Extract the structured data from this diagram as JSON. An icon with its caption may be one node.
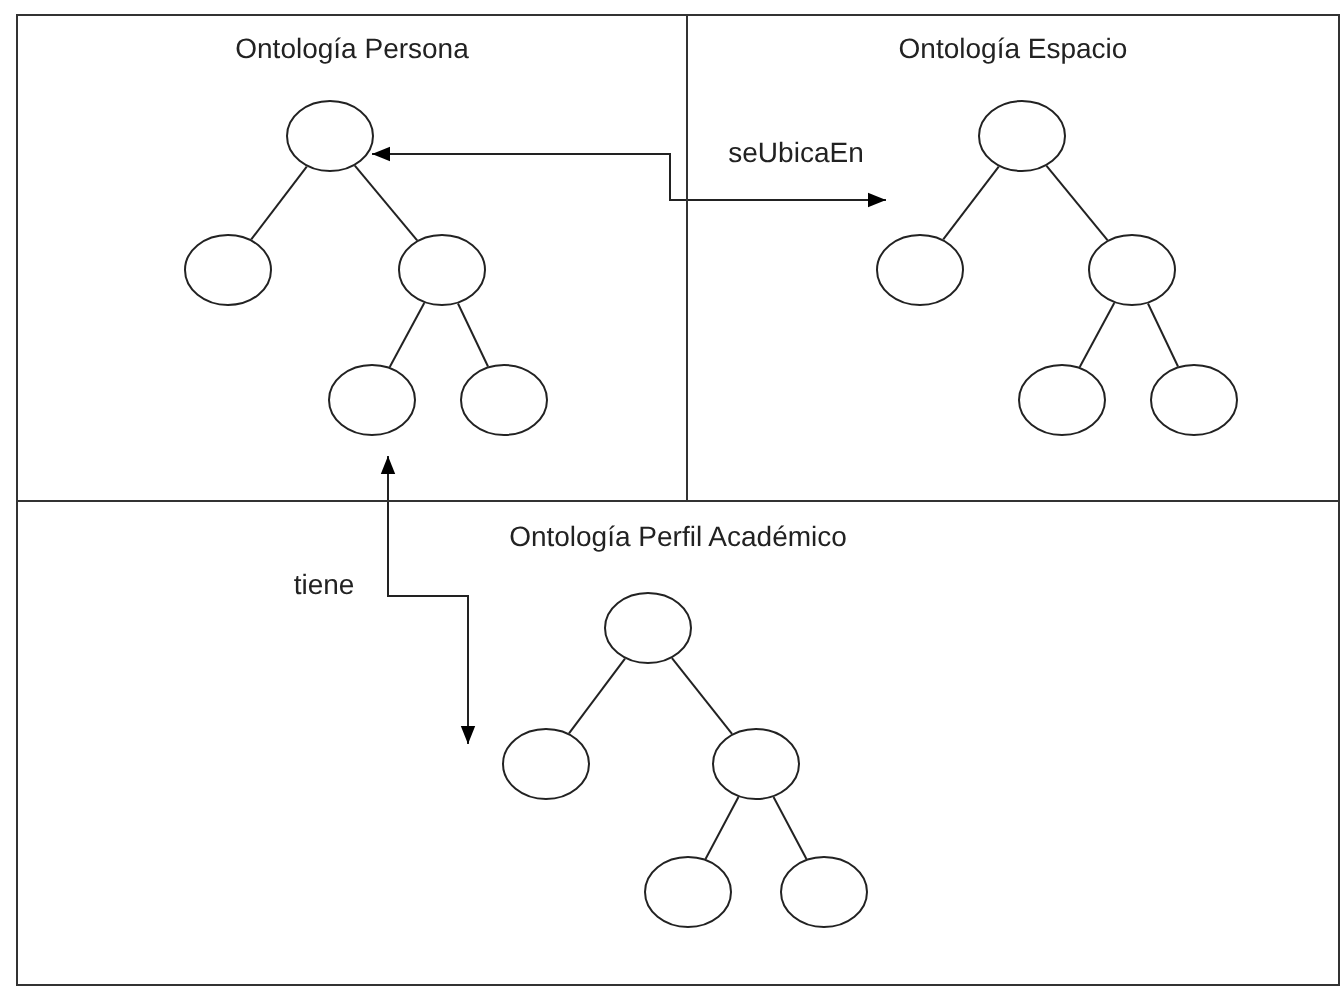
{
  "diagram": {
    "nodes": [
      {
        "text": [
          "Ontología Persona"
        ]
      },
      {
        "text": [],
        "shape": "circle",
        "in": 0
      },
      {
        "text": [],
        "shape": "circle",
        "in": 0
      },
      {
        "text": [],
        "shape": "circle",
        "in": 0
      },
      {
        "text": [],
        "shape": "circle",
        "in": 0
      },
      {
        "text": [],
        "shape": "circle",
        "in": 0
      },
      {
        "text": [
          "Ontología Espacio"
        ]
      },
      {
        "text": [],
        "shape": "circle",
        "in": 6
      },
      {
        "text": [],
        "shape": "circle",
        "in": 6
      },
      {
        "text": [],
        "shape": "circle",
        "in": 6
      },
      {
        "text": [],
        "shape": "circle",
        "in": 6
      },
      {
        "text": [],
        "shape": "circle",
        "in": 6
      },
      {
        "text": [
          "Ontología Perfil Académico"
        ]
      },
      {
        "text": [],
        "shape": "circle",
        "in": 12
      },
      {
        "text": [],
        "shape": "circle",
        "in": 12
      },
      {
        "text": [],
        "shape": "circle",
        "in": 12
      },
      {
        "text": [],
        "shape": "circle",
        "in": 12
      },
      {
        "text": [],
        "shape": "circle",
        "in": 12
      }
    ],
    "edges": [
      {
        "from": 1,
        "to": 2,
        "arrow": "none"
      },
      {
        "from": 1,
        "to": 3,
        "arrow": "none"
      },
      {
        "from": 3,
        "to": 4,
        "arrow": "none"
      },
      {
        "from": 3,
        "to": 5,
        "arrow": "none"
      },
      {
        "from": 7,
        "to": 8,
        "arrow": "none"
      },
      {
        "from": 7,
        "to": 9,
        "arrow": "none"
      },
      {
        "from": 9,
        "to": 10,
        "arrow": "none"
      },
      {
        "from": 9,
        "to": 11,
        "arrow": "none"
      },
      {
        "from": 13,
        "to": 14,
        "arrow": "none"
      },
      {
        "from": 13,
        "to": 15,
        "arrow": "none"
      },
      {
        "from": 15,
        "to": 16,
        "arrow": "none"
      },
      {
        "from": 15,
        "to": 17,
        "arrow": "none"
      },
      {
        "from": 1,
        "to": 8,
        "arrow": "both",
        "label": "seUbicaEn"
      },
      {
        "from": 4,
        "to": 14,
        "arrow": "both",
        "label": "tiene"
      }
    ]
  }
}
